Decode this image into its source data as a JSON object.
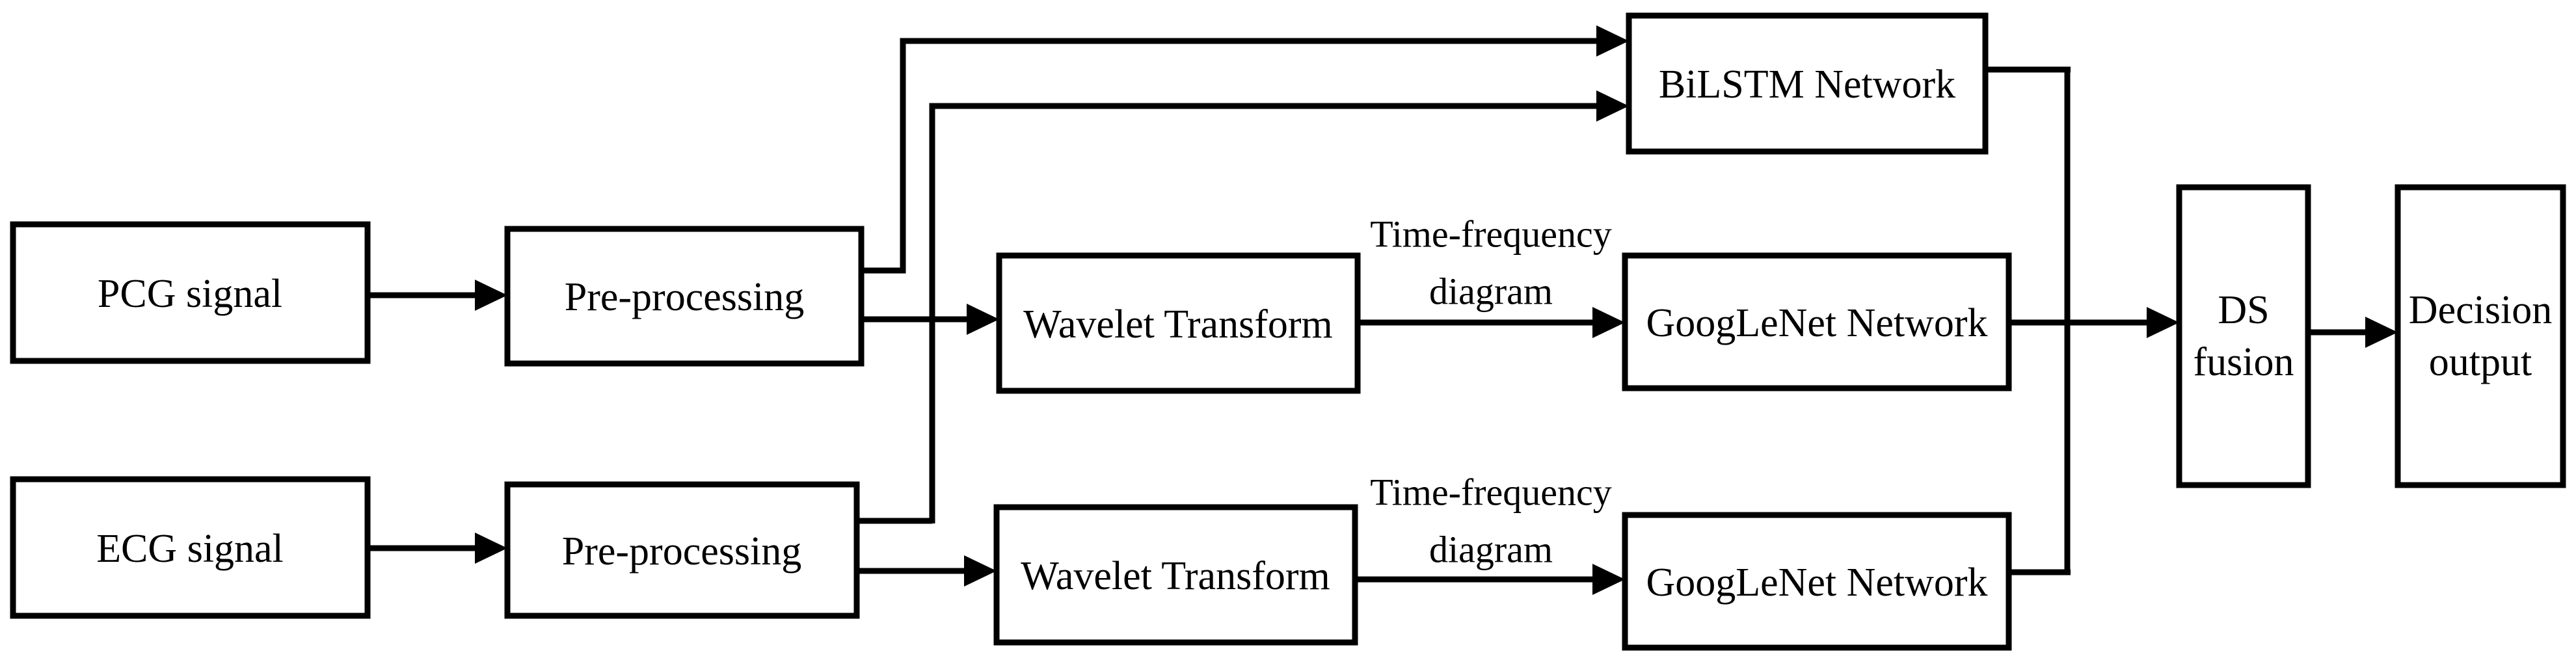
{
  "nodes": {
    "pcg_signal": {
      "label": "PCG signal"
    },
    "ecg_signal": {
      "label": "ECG signal"
    },
    "pre_top": {
      "label": "Pre-processing"
    },
    "pre_bottom": {
      "label": "Pre-processing"
    },
    "wavelet_top": {
      "label": "Wavelet Transform"
    },
    "wavelet_bottom": {
      "label": "Wavelet Transform"
    },
    "bilstm": {
      "label": "BiLSTM Network"
    },
    "googlenet_top": {
      "label": "GoogLeNet Network"
    },
    "googlenet_bottom": {
      "label": "GoogLeNet Network"
    },
    "ds_fusion": {
      "line1": "DS",
      "line2": "fusion"
    },
    "decision_output": {
      "line1": "Decision",
      "line2": "output"
    }
  },
  "edge_labels": {
    "time_frequency_top": {
      "line1": "Time-frequency",
      "line2": "diagram"
    },
    "time_frequency_bottom": {
      "line1": "Time-frequency",
      "line2": "diagram"
    }
  },
  "colors": {
    "line": "#000000",
    "accent_line": "#000080",
    "box_fill": "#ffffff",
    "background": "#ffffff",
    "text": "#000000"
  }
}
